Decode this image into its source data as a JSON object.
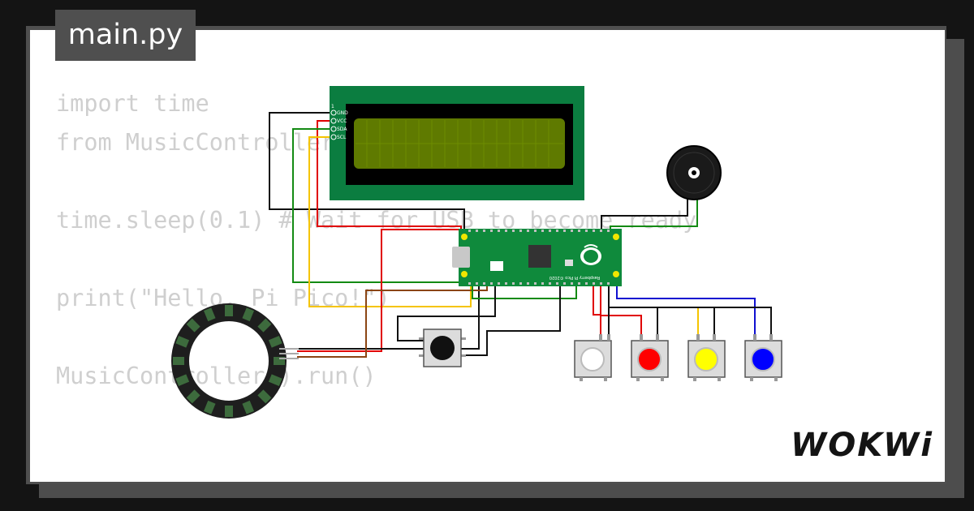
{
  "file_tab": {
    "label": "main.py"
  },
  "code_lines": [
    "import time",
    "from MusicController",
    "",
    "time.sleep(0.1) # Wait for USB to become ready",
    "",
    "print(\"Hello, Pi Pico!\")",
    "",
    "MusicController().run()"
  ],
  "lcd": {
    "pins": [
      "GND",
      "VCC",
      "SDA",
      "SCL"
    ],
    "pin_one_label": "1"
  },
  "pico": {
    "board_label": "Raspberry Pi Pico ©2020"
  },
  "buttons": [
    {
      "name": "white",
      "color": "#ffffff"
    },
    {
      "name": "red",
      "color": "#ff0000"
    },
    {
      "name": "yellow",
      "color": "#ffff00"
    },
    {
      "name": "blue",
      "color": "#0000ff"
    }
  ],
  "colors": {
    "lcd_board": "#0b7d40",
    "lcd_screen": "#5f7a00",
    "pico_board": "#0f8a3c",
    "wire_red": "#e00000",
    "wire_yellow": "#f5c400",
    "wire_green": "#138a13",
    "wire_black": "#111111",
    "wire_brown": "#8b4513",
    "wire_blue": "#1010d0"
  },
  "logo": {
    "text": "WOKWi"
  }
}
